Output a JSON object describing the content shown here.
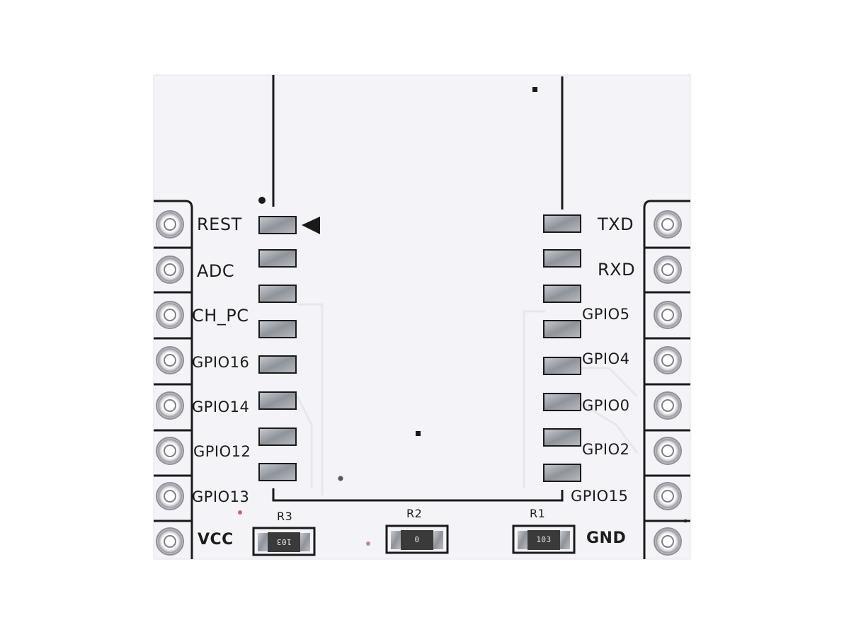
{
  "board": {
    "left_pins": [
      "REST",
      "ADC",
      "CH_PC",
      "GPIO16",
      "GPIO14",
      "GPIO12",
      "GPIO13",
      "VCC"
    ],
    "right_pins": [
      "TXD",
      "RXD",
      "GPIO5",
      "GPIO4",
      "GPIO0",
      "GPIO2",
      "GPIO15",
      "GND"
    ],
    "resistors": [
      {
        "id": "R3",
        "value": "103"
      },
      {
        "id": "R2",
        "value": "0"
      },
      {
        "id": "R1",
        "value": "103"
      }
    ],
    "colors": {
      "board": "#f4f4f8",
      "silkscreen": "#1a1a1a",
      "pad_silver": "#a9adb4",
      "resistor_body": "#3a3a3a"
    }
  }
}
